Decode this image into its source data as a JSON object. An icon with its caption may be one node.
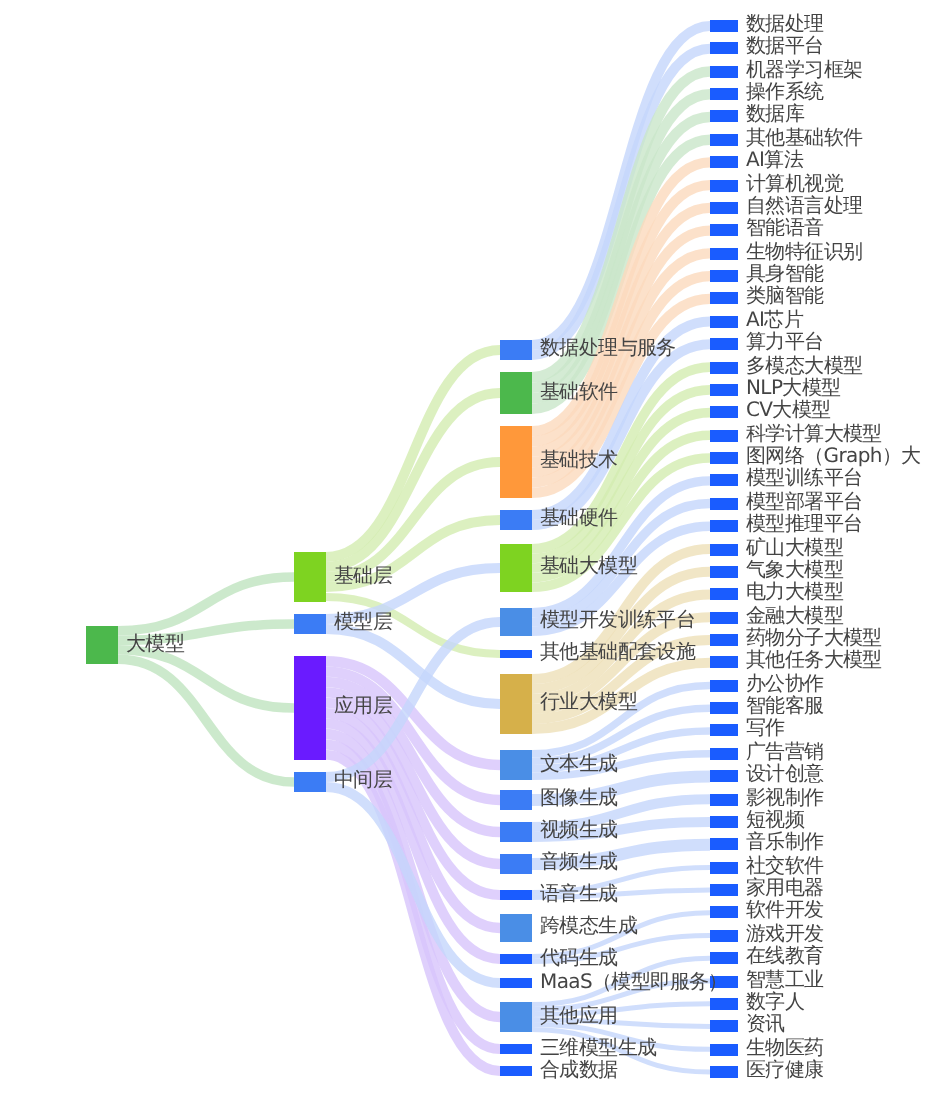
{
  "diagram": {
    "nodes": [
      {
        "text": [
          "大模型"
        ]
      },
      {
        "text": [
          "基础层"
        ]
      },
      {
        "text": [
          "模型层"
        ]
      },
      {
        "text": [
          "应用层"
        ]
      },
      {
        "text": [
          "中间层"
        ]
      },
      {
        "text": [
          "数据处理与服务"
        ]
      },
      {
        "text": [
          "基础软件"
        ]
      },
      {
        "text": [
          "基础技术"
        ]
      },
      {
        "text": [
          "基础硬件"
        ]
      },
      {
        "text": [
          "基础大模型"
        ]
      },
      {
        "text": [
          "模型开发训练平台"
        ]
      },
      {
        "text": [
          "其他基础配套设施"
        ]
      },
      {
        "text": [
          "行业大模型"
        ]
      },
      {
        "text": [
          "文本生成"
        ]
      },
      {
        "text": [
          "图像生成"
        ]
      },
      {
        "text": [
          "视频生成"
        ]
      },
      {
        "text": [
          "音频生成"
        ]
      },
      {
        "text": [
          "语音生成"
        ]
      },
      {
        "text": [
          "跨模态生成"
        ]
      },
      {
        "text": [
          "代码生成"
        ]
      },
      {
        "text": [
          "MaaS（模型即服务）"
        ]
      },
      {
        "text": [
          "其他应用"
        ]
      },
      {
        "text": [
          "三维模型生成"
        ]
      },
      {
        "text": [
          "合成数据"
        ]
      },
      {
        "text": [
          "数据处理"
        ]
      },
      {
        "text": [
          "数据平台"
        ]
      },
      {
        "text": [
          "机器学习框架"
        ]
      },
      {
        "text": [
          "操作系统"
        ]
      },
      {
        "text": [
          "数据库"
        ]
      },
      {
        "text": [
          "其他基础软件"
        ]
      },
      {
        "text": [
          "AI算法"
        ]
      },
      {
        "text": [
          "计算机视觉"
        ]
      },
      {
        "text": [
          "自然语言处理"
        ]
      },
      {
        "text": [
          "智能语音"
        ]
      },
      {
        "text": [
          "生物特征识别"
        ]
      },
      {
        "text": [
          "具身智能"
        ]
      },
      {
        "text": [
          "类脑智能"
        ]
      },
      {
        "text": [
          "AI芯片"
        ]
      },
      {
        "text": [
          "算力平台"
        ]
      },
      {
        "text": [
          "多模态大模型"
        ]
      },
      {
        "text": [
          "NLP大模型"
        ]
      },
      {
        "text": [
          "CV大模型"
        ]
      },
      {
        "text": [
          "科学计算大模型"
        ]
      },
      {
        "text": [
          "图网络（Graph）大"
        ]
      },
      {
        "text": [
          "模型训练平台"
        ]
      },
      {
        "text": [
          "模型部署平台"
        ]
      },
      {
        "text": [
          "模型推理平台"
        ]
      },
      {
        "text": [
          "矿山大模型"
        ]
      },
      {
        "text": [
          "气象大模型"
        ]
      },
      {
        "text": [
          "电力大模型"
        ]
      },
      {
        "text": [
          "金融大模型"
        ]
      },
      {
        "text": [
          "药物分子大模型"
        ]
      },
      {
        "text": [
          "其他任务大模型"
        ]
      },
      {
        "text": [
          "办公协作"
        ]
      },
      {
        "text": [
          "智能客服"
        ]
      },
      {
        "text": [
          "写作"
        ]
      },
      {
        "text": [
          "广告营销"
        ]
      },
      {
        "text": [
          "设计创意"
        ]
      },
      {
        "text": [
          "影视制作"
        ]
      },
      {
        "text": [
          "短视频"
        ]
      },
      {
        "text": [
          "音乐制作"
        ]
      },
      {
        "text": [
          "社交软件"
        ]
      },
      {
        "text": [
          "家用电器"
        ]
      },
      {
        "text": [
          "软件开发"
        ]
      },
      {
        "text": [
          "游戏开发"
        ]
      },
      {
        "text": [
          "在线教育"
        ]
      },
      {
        "text": [
          "智慧工业"
        ]
      },
      {
        "text": [
          "数字人"
        ]
      },
      {
        "text": [
          "资讯"
        ]
      },
      {
        "text": [
          "生物医药"
        ]
      },
      {
        "text": [
          "医疗健康"
        ]
      }
    ],
    "edges": [
      {
        "from": 0,
        "to": 1,
        "arrow": "none"
      },
      {
        "from": 0,
        "to": 2,
        "arrow": "none"
      },
      {
        "from": 0,
        "to": 3,
        "arrow": "none"
      },
      {
        "from": 0,
        "to": 4,
        "arrow": "none"
      },
      {
        "from": 1,
        "to": 5,
        "arrow": "none"
      },
      {
        "from": 1,
        "to": 6,
        "arrow": "none"
      },
      {
        "from": 1,
        "to": 7,
        "arrow": "none"
      },
      {
        "from": 1,
        "to": 8,
        "arrow": "none"
      },
      {
        "from": 1,
        "to": 11,
        "arrow": "none"
      },
      {
        "from": 2,
        "to": 9,
        "arrow": "none"
      },
      {
        "from": 2,
        "to": 12,
        "arrow": "none"
      },
      {
        "from": 3,
        "to": 13,
        "arrow": "none"
      },
      {
        "from": 3,
        "to": 14,
        "arrow": "none"
      },
      {
        "from": 3,
        "to": 15,
        "arrow": "none"
      },
      {
        "from": 3,
        "to": 16,
        "arrow": "none"
      },
      {
        "from": 3,
        "to": 17,
        "arrow": "none"
      },
      {
        "from": 3,
        "to": 18,
        "arrow": "none"
      },
      {
        "from": 3,
        "to": 19,
        "arrow": "none"
      },
      {
        "from": 3,
        "to": 21,
        "arrow": "none"
      },
      {
        "from": 3,
        "to": 22,
        "arrow": "none"
      },
      {
        "from": 3,
        "to": 23,
        "arrow": "none"
      },
      {
        "from": 4,
        "to": 10,
        "arrow": "none"
      },
      {
        "from": 4,
        "to": 20,
        "arrow": "none"
      },
      {
        "from": 5,
        "to": 24,
        "arrow": "none"
      },
      {
        "from": 5,
        "to": 25,
        "arrow": "none"
      },
      {
        "from": 6,
        "to": 26,
        "arrow": "none"
      },
      {
        "from": 6,
        "to": 27,
        "arrow": "none"
      },
      {
        "from": 6,
        "to": 28,
        "arrow": "none"
      },
      {
        "from": 6,
        "to": 29,
        "arrow": "none"
      },
      {
        "from": 7,
        "to": 30,
        "arrow": "none"
      },
      {
        "from": 7,
        "to": 31,
        "arrow": "none"
      },
      {
        "from": 7,
        "to": 32,
        "arrow": "none"
      },
      {
        "from": 7,
        "to": 33,
        "arrow": "none"
      },
      {
        "from": 7,
        "to": 34,
        "arrow": "none"
      },
      {
        "from": 7,
        "to": 35,
        "arrow": "none"
      },
      {
        "from": 7,
        "to": 36,
        "arrow": "none"
      },
      {
        "from": 8,
        "to": 37,
        "arrow": "none"
      },
      {
        "from": 8,
        "to": 38,
        "arrow": "none"
      },
      {
        "from": 9,
        "to": 39,
        "arrow": "none"
      },
      {
        "from": 9,
        "to": 40,
        "arrow": "none"
      },
      {
        "from": 9,
        "to": 41,
        "arrow": "none"
      },
      {
        "from": 9,
        "to": 42,
        "arrow": "none"
      },
      {
        "from": 9,
        "to": 43,
        "arrow": "none"
      },
      {
        "from": 10,
        "to": 44,
        "arrow": "none"
      },
      {
        "from": 10,
        "to": 45,
        "arrow": "none"
      },
      {
        "from": 10,
        "to": 46,
        "arrow": "none"
      },
      {
        "from": 12,
        "to": 47,
        "arrow": "none"
      },
      {
        "from": 12,
        "to": 48,
        "arrow": "none"
      },
      {
        "from": 12,
        "to": 49,
        "arrow": "none"
      },
      {
        "from": 12,
        "to": 50,
        "arrow": "none"
      },
      {
        "from": 12,
        "to": 51,
        "arrow": "none"
      },
      {
        "from": 12,
        "to": 52,
        "arrow": "none"
      },
      {
        "from": 13,
        "to": 53,
        "arrow": "none"
      },
      {
        "from": 13,
        "to": 54,
        "arrow": "none"
      },
      {
        "from": 13,
        "to": 55,
        "arrow": "none"
      },
      {
        "from": 13,
        "to": 56,
        "arrow": "none"
      },
      {
        "from": 14,
        "to": 57,
        "arrow": "none"
      },
      {
        "from": 15,
        "to": 58,
        "arrow": "none"
      },
      {
        "from": 15,
        "to": 59,
        "arrow": "none"
      },
      {
        "from": 16,
        "to": 60,
        "arrow": "none"
      },
      {
        "from": 17,
        "to": 61,
        "arrow": "none"
      },
      {
        "from": 17,
        "to": 62,
        "arrow": "none"
      },
      {
        "from": 19,
        "to": 63,
        "arrow": "none"
      },
      {
        "from": 19,
        "to": 64,
        "arrow": "none"
      },
      {
        "from": 21,
        "to": 65,
        "arrow": "none"
      },
      {
        "from": 21,
        "to": 66,
        "arrow": "none"
      },
      {
        "from": 21,
        "to": 67,
        "arrow": "none"
      },
      {
        "from": 21,
        "to": 68,
        "arrow": "none"
      },
      {
        "from": 21,
        "to": 69,
        "arrow": "none"
      },
      {
        "from": 21,
        "to": 70,
        "arrow": "none"
      }
    ]
  }
}
